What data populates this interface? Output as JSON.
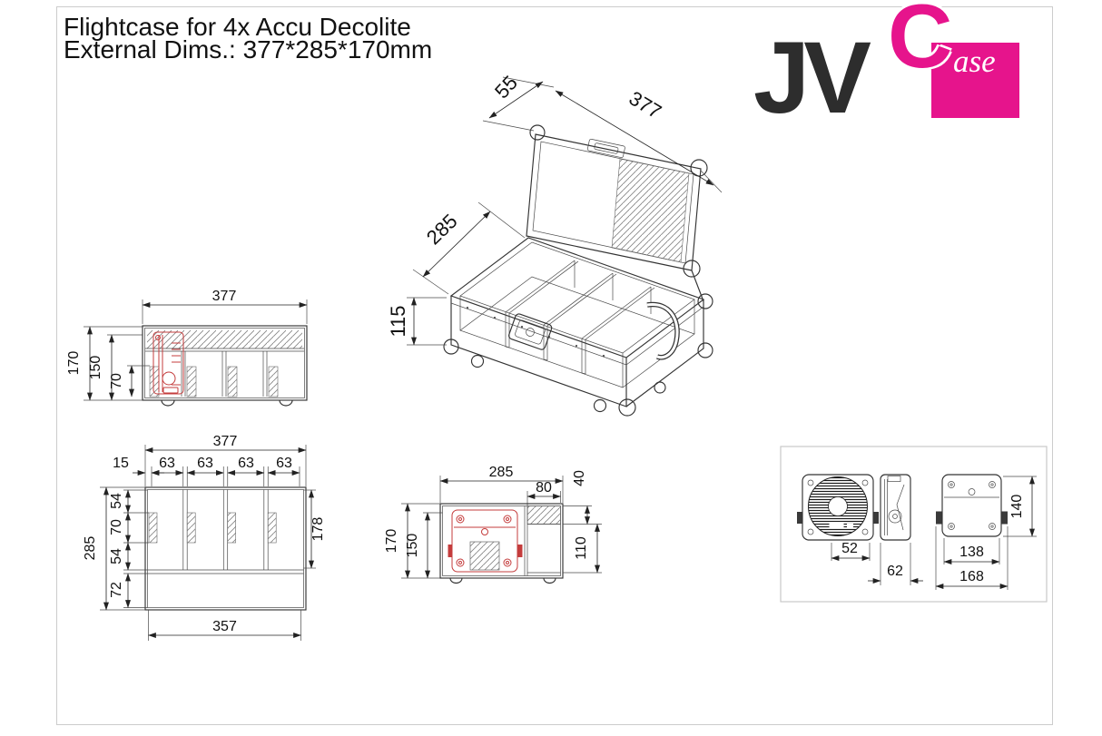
{
  "sheet": {
    "background": "#ffffff",
    "border_color": "#cccccc"
  },
  "title": {
    "line1": "Flightcase for 4x Accu Decolite",
    "line2": "External Dims.: 377*285*170mm"
  },
  "logo": {
    "jv": "JV",
    "c": "C",
    "ase": "ase",
    "magenta": "#e6148c",
    "ink": "#2d2d2d"
  },
  "colors": {
    "line": "#333333",
    "red_fixture": "#c43c3c",
    "hatch": "#888888"
  },
  "views": {
    "isometric": {
      "name": "open-case-isometric",
      "dims": {
        "lid_height": "55",
        "width": "377",
        "depth": "285",
        "body_height": "115"
      }
    },
    "front_section": {
      "name": "front-section-view",
      "dims": {
        "width": "377",
        "height": "170",
        "inner_height": "150",
        "foam_block": "70"
      }
    },
    "top": {
      "name": "top-view",
      "dims": {
        "width": "377",
        "left_offset": "15",
        "slots": [
          "63",
          "63",
          "63",
          "63"
        ],
        "depth": "285",
        "front_pad": "54",
        "middle": "70",
        "back_pad": "54",
        "tray": "72",
        "inner_depth": "178",
        "inner_width": "357"
      }
    },
    "side_section": {
      "name": "side-section-view",
      "dims": {
        "depth": "285",
        "tray_width": "80",
        "tray_height": "40",
        "height": "170",
        "inner_height": "150",
        "right_depth": "110"
      }
    },
    "fixture": {
      "name": "decolite-fixture-views",
      "dims": {
        "front": "52",
        "side": "62",
        "back_inner": "138",
        "back_outer": "168",
        "height": "140"
      }
    }
  }
}
